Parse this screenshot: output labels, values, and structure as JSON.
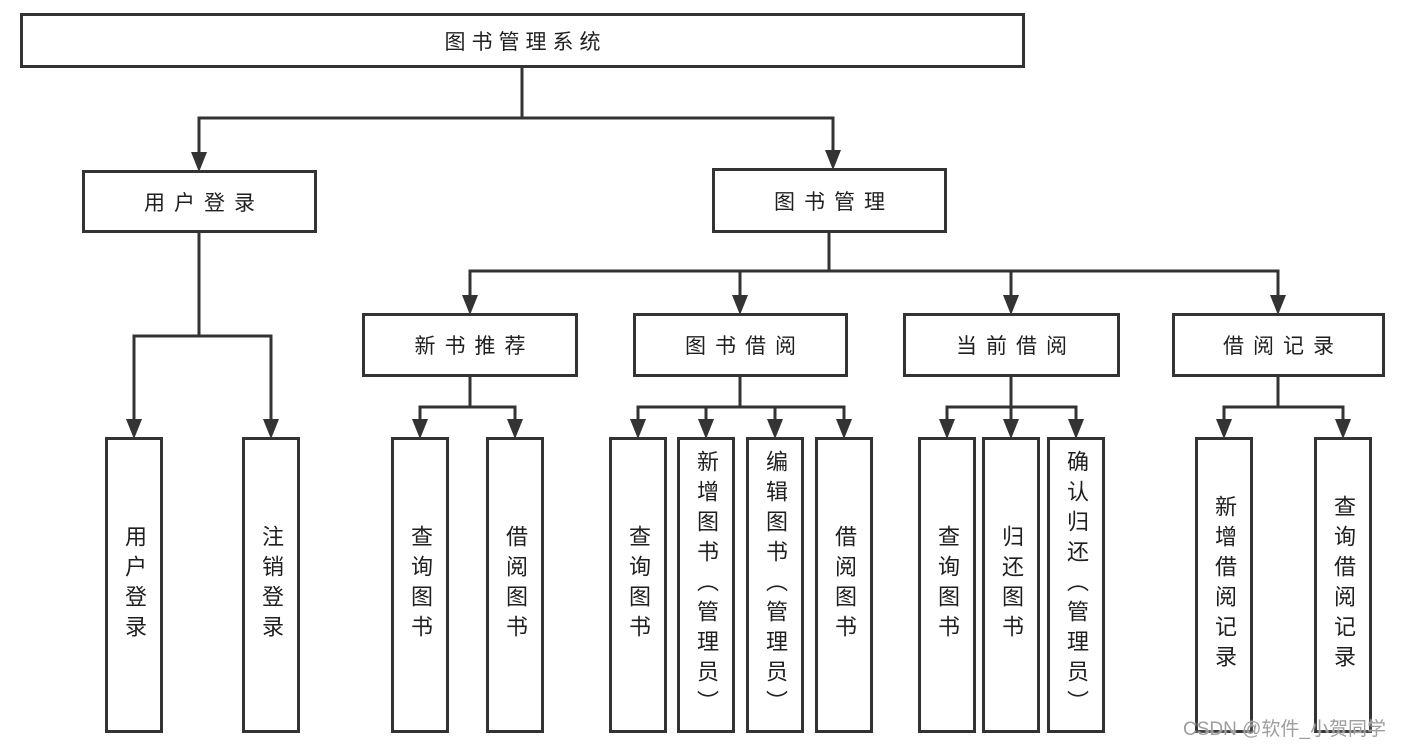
{
  "diagram_title": "图书管理系统",
  "nodes": {
    "root": "图书管理系统",
    "user_login": "用户登录",
    "book_mgmt": "图书管理",
    "new_book_rec": "新书推荐",
    "book_borrow": "图书借阅",
    "current_borrow": "当前借阅",
    "borrow_record": "借阅记录",
    "ul_login": "用户登录",
    "ul_logout": "注销登录",
    "nr_query": "查询图书",
    "nr_borrow": "借阅图书",
    "bb_query": "查询图书",
    "bb_add": "新增图书（管理员）",
    "bb_edit": "编辑图书（管理员）",
    "bb_borrow": "借阅图书",
    "cb_query": "查询图书",
    "cb_return": "归还图书",
    "cb_confirm": "确认归还（管理员）",
    "br_add": "新增借阅记录",
    "br_query": "查询借阅记录"
  },
  "hierarchy": {
    "图书管理系统": {
      "用户登录": [
        "用户登录",
        "注销登录"
      ],
      "图书管理": {
        "新书推荐": [
          "查询图书",
          "借阅图书"
        ],
        "图书借阅": [
          "查询图书",
          "新增图书（管理员）",
          "编辑图书（管理员）",
          "借阅图书"
        ],
        "当前借阅": [
          "查询图书",
          "归还图书",
          "确认归还（管理员）"
        ],
        "借阅记录": [
          "新增借阅记录",
          "查询借阅记录"
        ]
      }
    }
  },
  "watermark": "CSDN @软件_小贺同学",
  "colors": {
    "line": "#333333",
    "border": "#333333",
    "text": "#1f1f1f",
    "watermark": "#9e9e9e",
    "background": "#ffffff"
  }
}
